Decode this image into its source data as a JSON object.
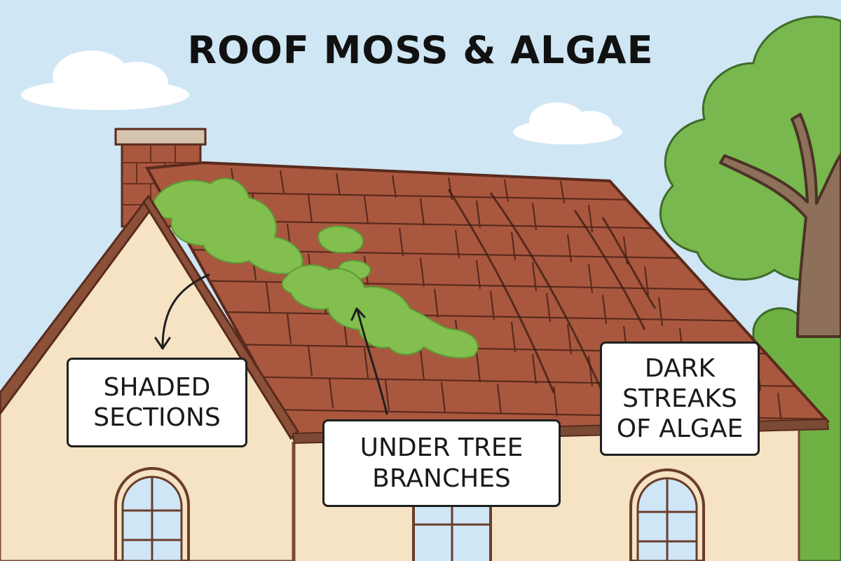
{
  "title": "ROOF MOSS & ALGAE",
  "callouts": {
    "shaded": "SHADED\nSECTIONS",
    "tree": "UNDER TREE\nBRANCHES",
    "streaks": "DARK\nSTREAKS\nOF ALGAE"
  },
  "colors": {
    "sky": "#cfe6f4",
    "roof": "#a9583f",
    "roof_line": "#5a2a1c",
    "wall": "#f5e3c3",
    "trim": "#7a4a35",
    "moss": "#82bf4f",
    "tree_leaves": "#78b84e",
    "tree_trunk": "#8e6f5a",
    "window_glass": "#cfe6f7"
  }
}
